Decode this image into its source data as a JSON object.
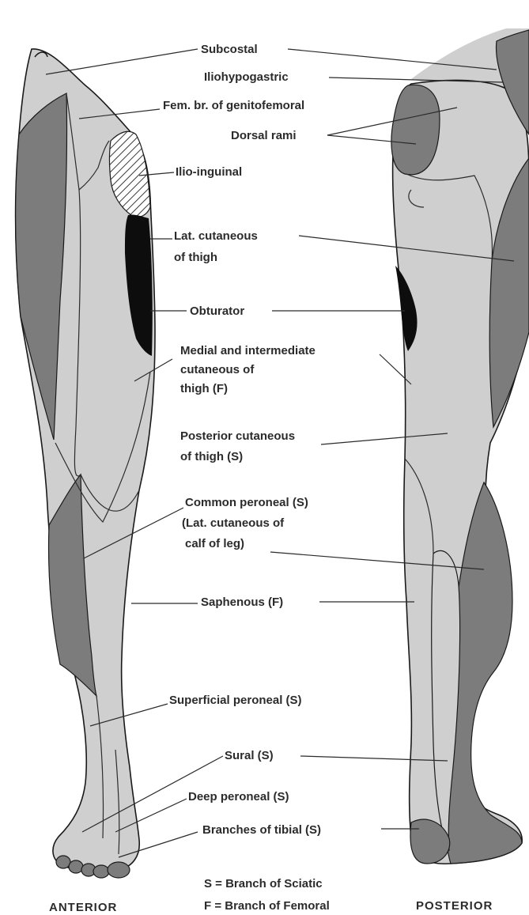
{
  "colors": {
    "light": "#cfcfcf",
    "dark": "#7c7c7c",
    "black": "#0d0d0d",
    "hatch": "#3a3a3a",
    "ink": "#2b2b2b"
  },
  "views": {
    "anterior": "ANTERIOR",
    "posterior": "POSTERIOR"
  },
  "labels": {
    "subcostal": "Subcostal",
    "iliohypogastric": "Iliohypogastric",
    "fem_genitofemoral": "Fem. br. of genitofemoral",
    "dorsal_rami": "Dorsal rami",
    "ilio_inguinal": "Ilio-inguinal",
    "lat_cutaneous_1": "Lat. cutaneous",
    "lat_cutaneous_2": "of thigh",
    "obturator": "Obturator",
    "medial_1": "Medial and intermediate",
    "medial_2": "cutaneous of",
    "medial_3": "thigh (F)",
    "post_cut_1": "Posterior cutaneous",
    "post_cut_2": "of thigh (S)",
    "common_peroneal_1": "Common peroneal (S)",
    "common_peroneal_2": "(Lat. cutaneous of",
    "common_peroneal_3": "calf of leg)",
    "saphenous": "Saphenous (F)",
    "superficial_peroneal": "Superficial peroneal (S)",
    "sural": "Sural (S)",
    "deep_peroneal": "Deep peroneal (S)",
    "tibial": "Branches of tibial (S)"
  },
  "key": {
    "sciatic": "S = Branch of Sciatic",
    "femoral": "F = Branch of Femoral"
  }
}
